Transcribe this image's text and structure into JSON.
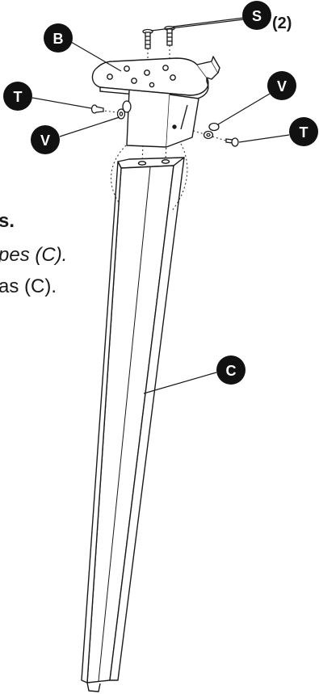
{
  "text_fragments": {
    "line1": "s.",
    "line2": "pes (C).",
    "line3": "as (C)."
  },
  "labels": {
    "S": "S",
    "S_qty": "(2)",
    "B": "B",
    "T_left": "T",
    "T_right": "T",
    "V_left": "V",
    "V_right": "V",
    "C": "C"
  },
  "colors": {
    "ink": "#1a1a1a",
    "badge": "#111111",
    "paper": "#ffffff"
  }
}
